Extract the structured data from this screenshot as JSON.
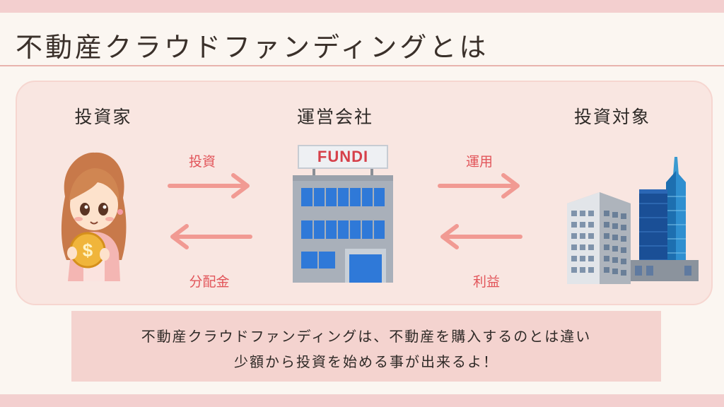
{
  "title": "不動産クラウドファンディングとは",
  "columns": {
    "investor": "投資家",
    "company": "運営会社",
    "target": "投資対象"
  },
  "arrows": {
    "invest": "投資",
    "dividend": "分配金",
    "operate": "運用",
    "profit": "利益"
  },
  "sign": "FUNDI",
  "caption": {
    "line1": "不動産クラウドファンディングは、不動産を購入するのとは違い",
    "line2": "少額から投資を始める事が出来るよ！"
  },
  "colors": {
    "arrow": "#f19a93",
    "accent_text": "#e2555a",
    "caption_bg": "#f4d3cf"
  }
}
